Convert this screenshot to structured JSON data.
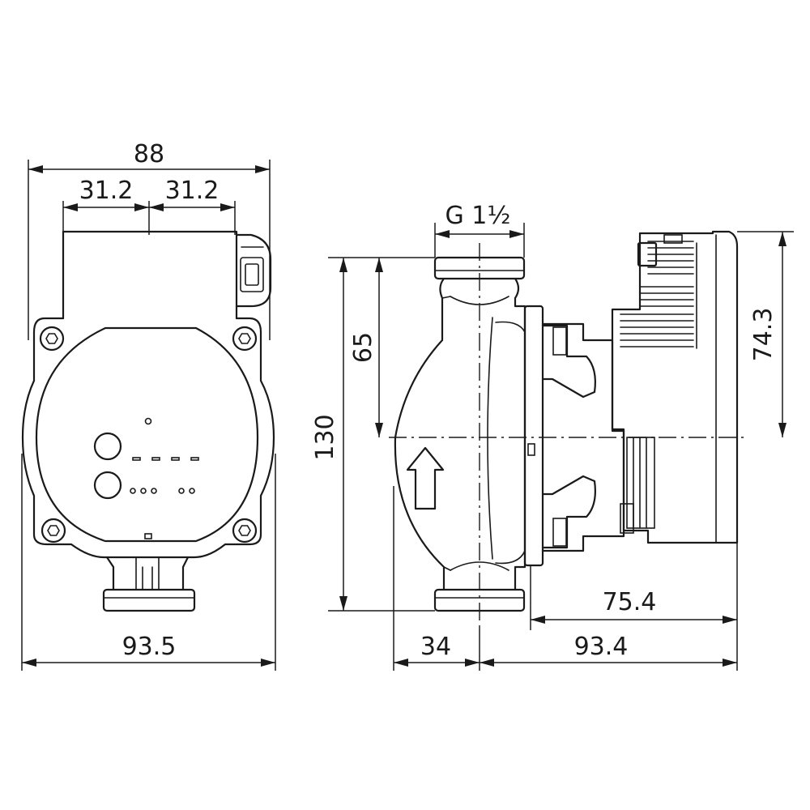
{
  "dimensions": {
    "front": {
      "overall_width_top": "88",
      "left_half_spacing": "31.2",
      "right_half_spacing": "31.2",
      "overall_width_bottom": "93.5"
    },
    "side": {
      "thread_size": "G 1½",
      "overall_height": "130",
      "inlet_to_axis": "65",
      "motor_half_height": "74.3",
      "head_length": "75.4",
      "axis_to_front": "34",
      "axis_to_rear": "93.4"
    }
  }
}
